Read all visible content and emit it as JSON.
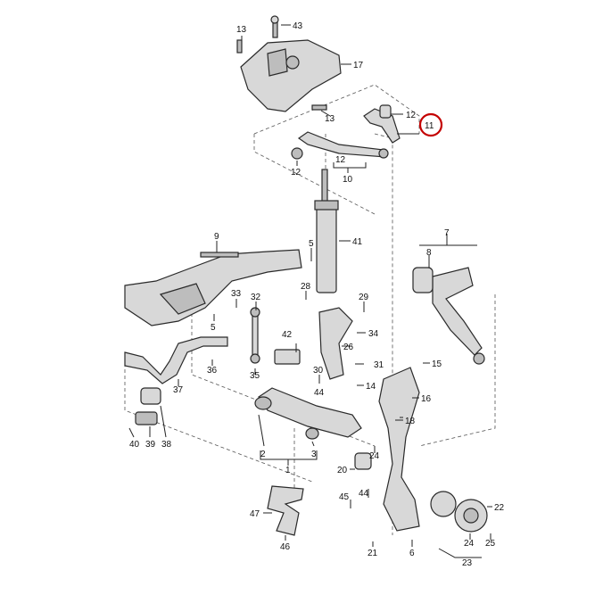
{
  "diagram": {
    "highlight_color": "#c40000",
    "labels": {
      "l1": "1",
      "l2": "2",
      "l3": "3",
      "l5a": "5",
      "l5b": "5",
      "l6": "6",
      "l7": "7",
      "l8": "8",
      "l9": "9",
      "l10": "10",
      "l11": "11",
      "l12a": "12",
      "l12b": "12",
      "l12c": "12",
      "l13a": "13",
      "l13b": "13",
      "l14": "14",
      "l15": "15",
      "l16": "16",
      "l17": "17",
      "l18": "18",
      "l20": "20",
      "l21": "21",
      "l22": "22",
      "l23": "23",
      "l24a": "24",
      "l24b": "24",
      "l25": "25",
      "l26": "26",
      "l28": "28",
      "l29": "29",
      "l30": "30",
      "l31": "31",
      "l32": "32",
      "l33": "33",
      "l34": "34",
      "l35": "35",
      "l36": "36",
      "l37": "37",
      "l38": "38",
      "l39": "39",
      "l40": "40",
      "l41": "41",
      "l42": "42",
      "l43": "43",
      "l44": "44",
      "l45": "45",
      "l46": "46",
      "l47": "47"
    }
  }
}
